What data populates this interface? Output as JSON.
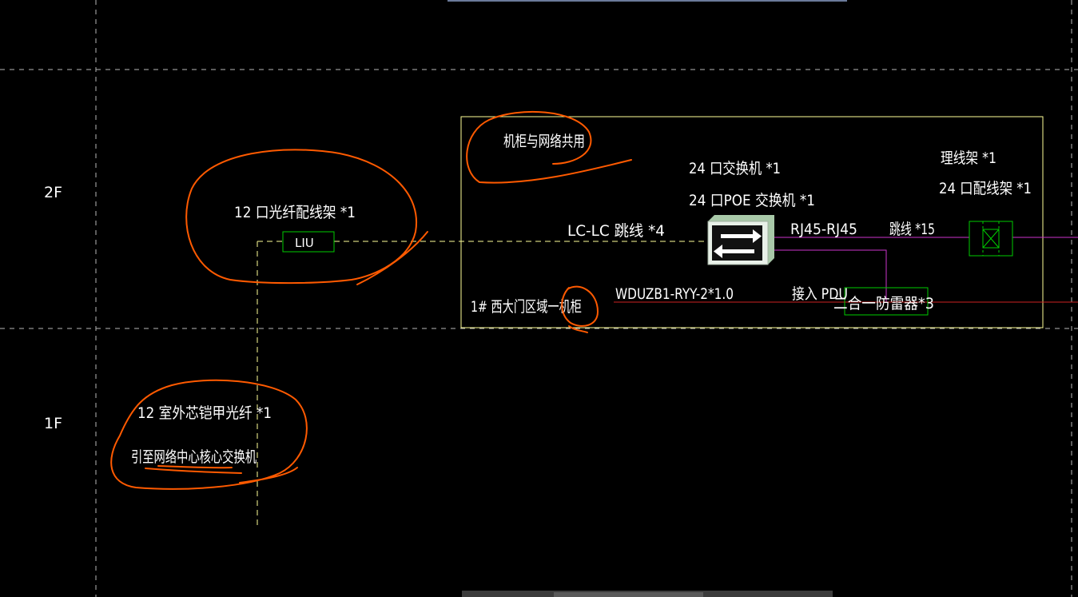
{
  "floors": {
    "upper": "2F",
    "lower": "1F"
  },
  "labels": {
    "cabinet_shared": "机柜与网络共用",
    "fiber_patch_panel": "12 口光纤配线架  *1",
    "liu": "LIU",
    "lc_jumper": "LC-LC  跳线 *4",
    "switch_24": "24 口交换机  *1",
    "poe_switch_24": "24 口POE 交换机 *1",
    "cable_manager": "理线架 *1",
    "patch_panel_24": "24 口配线架  *1",
    "rj45_jumper": "RJ45-RJ45",
    "jumper_15": "跳线 *15",
    "cabinet_name": "1# 西大门区域一机柜",
    "power_cable": "WDUZB1-RYY-2*1.0",
    "pdu": "接入 PDU",
    "surge_protector": "二合一防雷器*3",
    "outdoor_fiber": "12  室外芯铠甲光纤   *1",
    "to_core_switch": "引至网络中心核心交换机"
  },
  "colors": {
    "background": "#000000",
    "text": "#ffffff",
    "cabinet_border": "#ffff99",
    "fiber_line": "#ffff99",
    "equipment_green": "#00cc00",
    "signal_magenta": "#cc33cc",
    "power_red": "#cc2222",
    "annotation_orange": "#ff5a00",
    "grid_dash": "#d8d8d8"
  },
  "icons": {
    "switch": "switch-arrows-icon",
    "patch_panel": "patch-panel-cross-icon"
  }
}
